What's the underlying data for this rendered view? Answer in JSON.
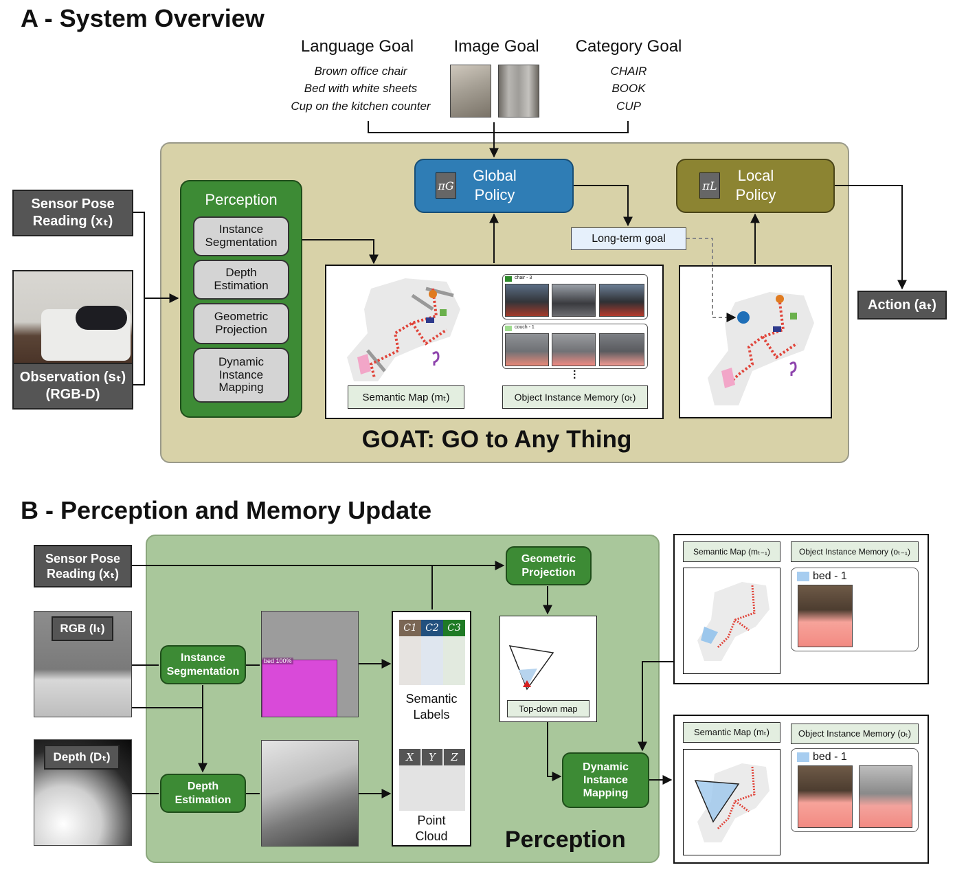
{
  "sectionA": {
    "title": "A - System Overview",
    "goals": {
      "language": {
        "heading": "Language Goal",
        "items": [
          "Brown office chair",
          "Bed with white sheets",
          "Cup on the kitchen counter"
        ]
      },
      "image": {
        "heading": "Image Goal"
      },
      "category": {
        "heading": "Category Goal",
        "items": [
          "CHAIR",
          "BOOK",
          "CUP"
        ]
      }
    },
    "inputs": {
      "sensor_pose": "Sensor Pose\nReading (xₜ)",
      "observation": "Observation (sₜ)\n(RGB-D)"
    },
    "perception": {
      "title": "Perception",
      "modules": [
        "Instance\nSegmentation",
        "Depth\nEstimation",
        "Geometric\nProjection",
        "Dynamic\nInstance\nMapping"
      ]
    },
    "global_policy": {
      "symbol": "πG",
      "label": "Global\nPolicy"
    },
    "local_policy": {
      "symbol": "πL",
      "label": "Local\nPolicy"
    },
    "long_term_goal": "Long-term goal",
    "semantic_map_label": "Semantic Map (mₜ)",
    "memory_label": "Object Instance Memory (oₜ)",
    "memory_tags": [
      "chair - 3",
      "couch - 1"
    ],
    "action": "Action (aₜ)",
    "footer": "GOAT: GO to Any Thing",
    "colors": {
      "panel": "#d8d2a8",
      "perception": "#3d8b35",
      "global_policy": "#2f7db5",
      "local_policy": "#8c8432"
    }
  },
  "sectionB": {
    "title": "B - Perception and Memory Update",
    "inputs": {
      "sensor_pose": "Sensor Pose\nReading (xₜ)",
      "rgb": "RGB (Iₜ)",
      "depth": "Depth (Dₜ)"
    },
    "modules": {
      "instance_seg": "Instance\nSegmentation",
      "depth_est": "Depth\nEstimation",
      "geom_proj": "Geometric\nProjection",
      "dyn_map": "Dynamic\nInstance\nMapping"
    },
    "seg_tag": "bed 100%",
    "semantic_labels": {
      "columns": [
        "C1",
        "C2",
        "C3"
      ],
      "label": "Semantic\nLabels"
    },
    "point_cloud": {
      "columns": [
        "X",
        "Y",
        "Z"
      ],
      "label": "Point\nCloud"
    },
    "topdown_label": "Top-down map",
    "footer": "Perception",
    "prev_state": {
      "map_label": "Semantic Map (mₜ₋₁)",
      "memory_label": "Object Instance Memory (oₜ₋₁)",
      "tag": "bed - 1"
    },
    "new_state": {
      "map_label": "Semantic Map (mₜ)",
      "memory_label": "Object Instance Memory (oₜ)",
      "tag": "bed - 1"
    },
    "colors": {
      "panel": "#a9c79b",
      "module": "#3d8b35"
    }
  }
}
